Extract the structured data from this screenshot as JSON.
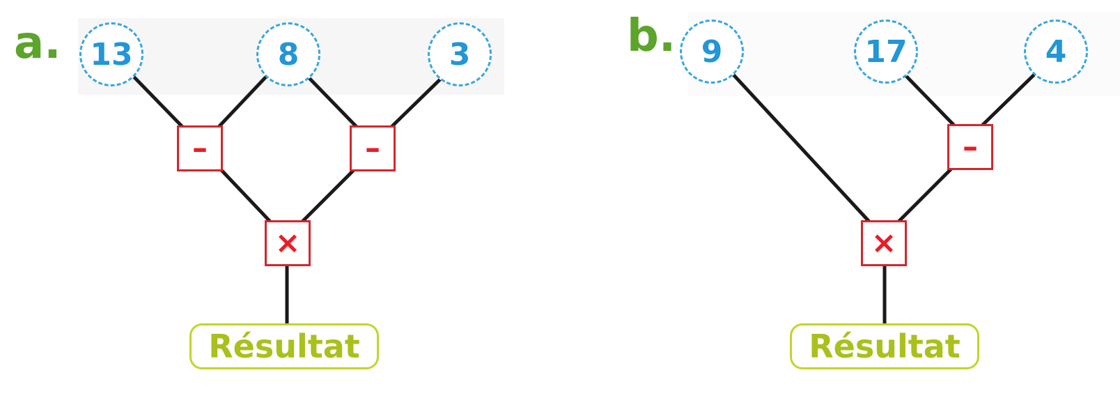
{
  "diagrams": [
    {
      "label": "a.",
      "inputs": [
        "13",
        "8",
        "3"
      ],
      "operators": [
        "–",
        "–",
        "×"
      ],
      "result": "Résultat"
    },
    {
      "label": "b.",
      "inputs": [
        "9",
        "17",
        "4"
      ],
      "operators": [
        "–",
        "×"
      ],
      "result": "Résultat"
    }
  ],
  "colors": {
    "label": "#5ca42b",
    "number": "#2296d6",
    "operator": "#ea1c26",
    "result": "#aac01c",
    "wire": "#1a1a1a"
  }
}
